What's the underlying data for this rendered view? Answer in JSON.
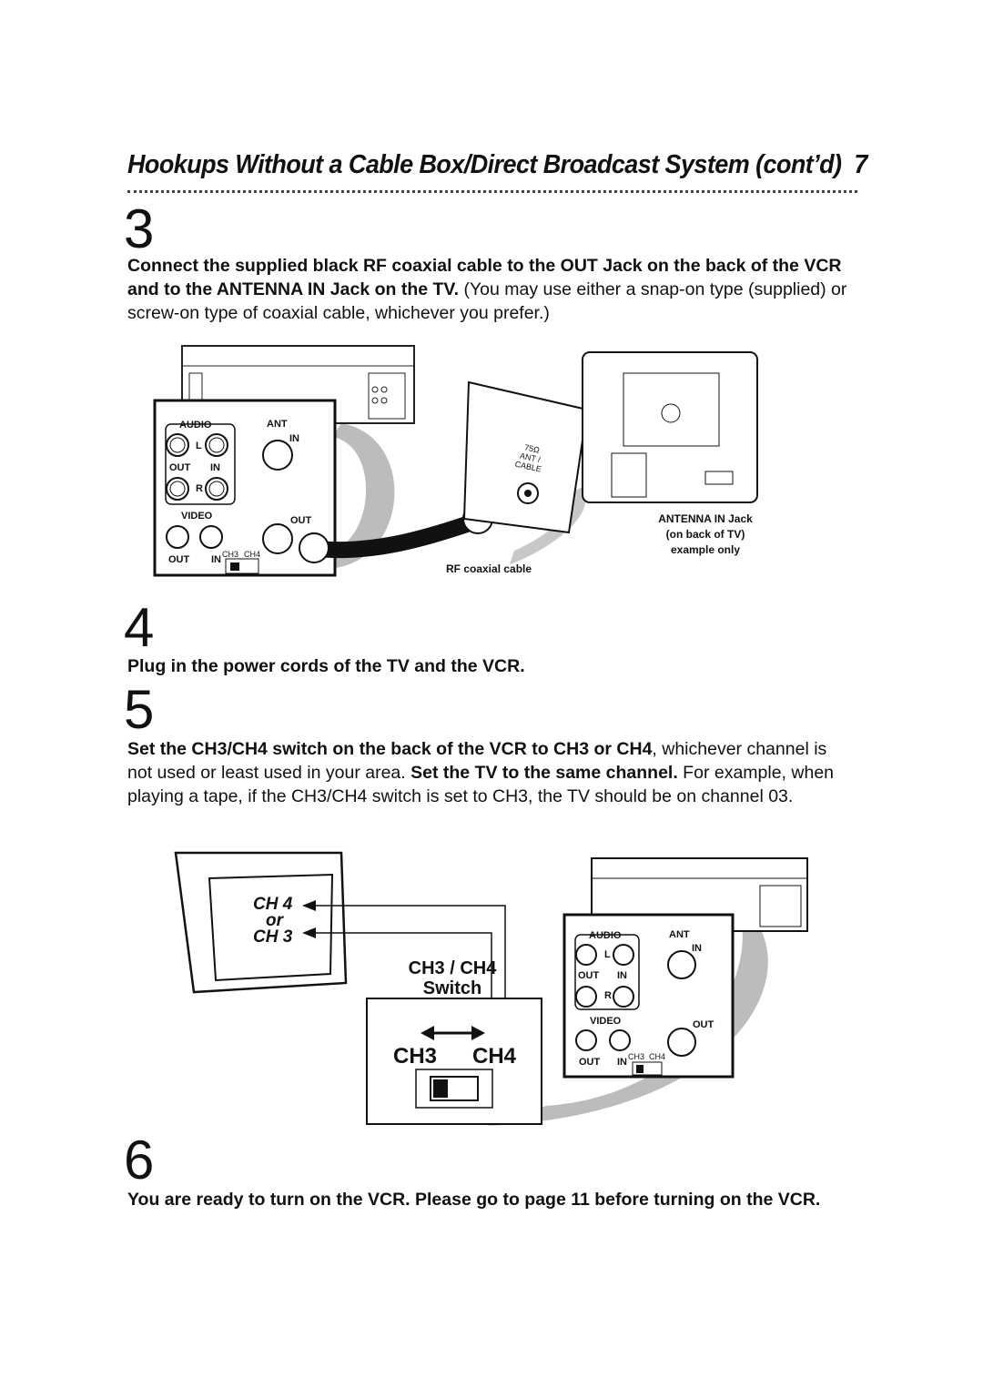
{
  "header": {
    "title": "Hookups Without a Cable Box/Direct Broadcast System (cont’d)",
    "page_number": "7"
  },
  "step3": {
    "number": "3",
    "bold": "Connect the supplied black RF coaxial cable to the OUT Jack on the back of the VCR and to the ANTENNA IN Jack on the TV.",
    "normal": " (You may use either a snap-on type (supplied) or screw-on type of coaxial cable, whichever you prefer.)"
  },
  "fig1": {
    "audio": "AUDIO",
    "ant": "ANT",
    "in": "IN",
    "l": "L",
    "r": "R",
    "out_in_out": "OUT",
    "out_in_in": "IN",
    "video": "VIDEO",
    "out": "OUT",
    "video_out": "OUT",
    "video_in": "IN",
    "ch3": "CH3",
    "ch4": "CH4",
    "jack_75": "75Ω",
    "jack_ant": "ANT /",
    "jack_cable": "CABLE",
    "rf_cable": "RF coaxial cable",
    "ant_in_jack": "ANTENNA IN Jack",
    "on_back": "(on back of TV)",
    "example": "example only"
  },
  "step4": {
    "number": "4",
    "bold": "Plug in the power cords of the TV and the VCR."
  },
  "step5": {
    "number": "5",
    "bold1": "Set the CH3/CH4 switch on the back of the VCR to CH3 or CH4",
    "normal1": ", whichever channel is not used or least used in your area. ",
    "bold2": "Set the TV to the same channel.",
    "normal2": " For example, when playing a tape, if the CH3/CH4 switch is set to CH3, the TV should be on channel 03."
  },
  "fig2": {
    "ch4": "CH 4",
    "or": "or",
    "ch3": "CH 3",
    "switch_title": "CH3 / CH4",
    "switch_word": "Switch",
    "big_ch3": "CH3",
    "big_ch4": "CH4",
    "audio": "AUDIO",
    "ant": "ANT",
    "in": "IN",
    "l": "L",
    "r": "R",
    "out_in_out": "OUT",
    "out_in_in": "IN",
    "video": "VIDEO",
    "out": "OUT",
    "video_out": "OUT",
    "video_in": "IN",
    "sch3": "CH3",
    "sch4": "CH4"
  },
  "step6": {
    "number": "6",
    "bold": "You are ready to turn on the VCR. Please go to page 11 before turning on the VCR."
  }
}
